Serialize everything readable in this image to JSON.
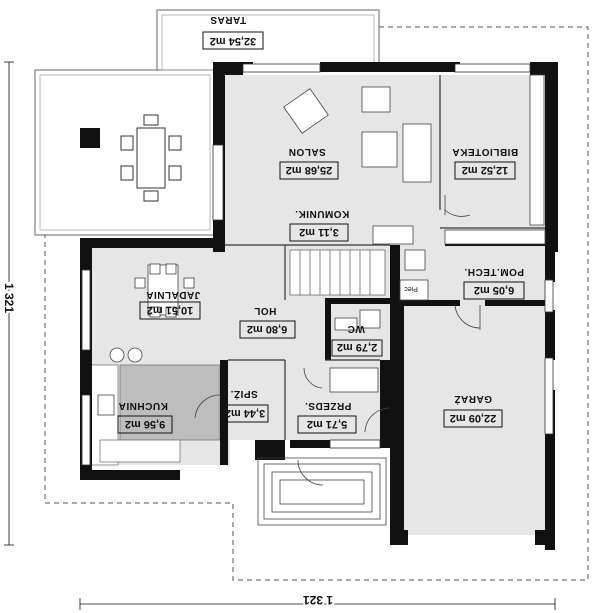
{
  "rooms": {
    "taras": {
      "name": "TARAS",
      "area": "32,54 m2"
    },
    "salon": {
      "name": "SALON",
      "area": "25,68 m2"
    },
    "biblioteka": {
      "name": "BIBLIOTEKA",
      "area": "12,52 m2"
    },
    "komunik": {
      "name": "KOMUNIK.",
      "area": "3,11 m2"
    },
    "pomtech": {
      "name": "POM.TECH.",
      "area": "6,05 m2"
    },
    "jadalnia": {
      "name": "JADALNIA",
      "area": "10,51 m2"
    },
    "hol": {
      "name": "HOL",
      "area": "6,80 m2"
    },
    "wc": {
      "name": "WC",
      "area": "2,79 m2"
    },
    "kuchnia": {
      "name": "KUCHNIA",
      "area": "9,56 m2"
    },
    "spiz": {
      "name": "SPIŻ.",
      "area": "3,44 m2"
    },
    "przedsionek": {
      "name": "PRZEDS.",
      "area": "5,71 m2"
    },
    "garaz": {
      "name": "GARAŻ",
      "area": "22,09 m2"
    }
  },
  "dimensions": {
    "width": "1 321",
    "depth": "1 321"
  },
  "fixtures": {
    "piec": "Piec"
  },
  "colors": {
    "wall": "#111111",
    "room_fill": "#e6e6e6",
    "kitchen_counter": "#bdbdbd",
    "outline": "#555555"
  }
}
